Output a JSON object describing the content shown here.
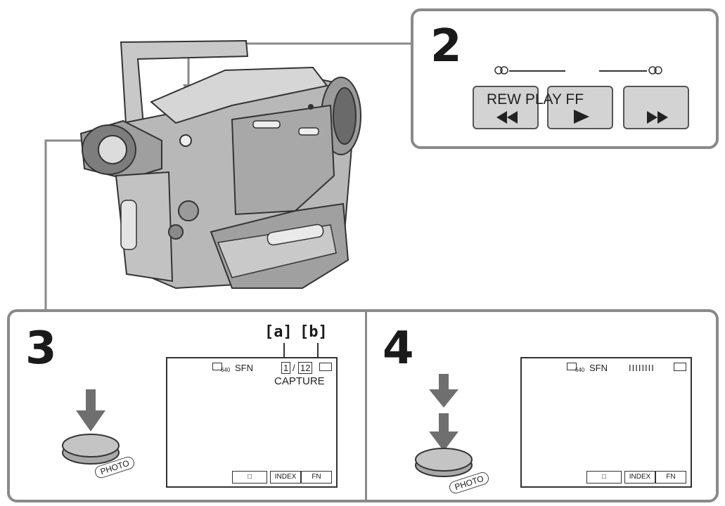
{
  "steps": {
    "step2": "2",
    "step3": "3",
    "step4": "4"
  },
  "panel2": {
    "buttons_label": "REW PLAY FF"
  },
  "panel3": {
    "callouts": {
      "a": "[a]",
      "b": "[b]"
    },
    "lcd": {
      "size": "640",
      "quality": "SFN",
      "counter_current": "1",
      "counter_sep": "/",
      "counter_total": "12",
      "status": "CAPTURE",
      "bottom_index": "INDEX",
      "bottom_fn": "FN"
    },
    "photo_button": "PHOTO"
  },
  "panel4": {
    "lcd": {
      "size": "640",
      "quality": "SFN",
      "progress_bars": "IIIIIIII",
      "bottom_index": "INDEX",
      "bottom_fn": "FN"
    },
    "photo_button": "PHOTO"
  },
  "icons": [
    "camcorder-illustration",
    "rewind-icon",
    "play-icon",
    "fast-forward-icon",
    "tape-reel-icon",
    "down-arrow-icon",
    "photo-button-icon"
  ]
}
